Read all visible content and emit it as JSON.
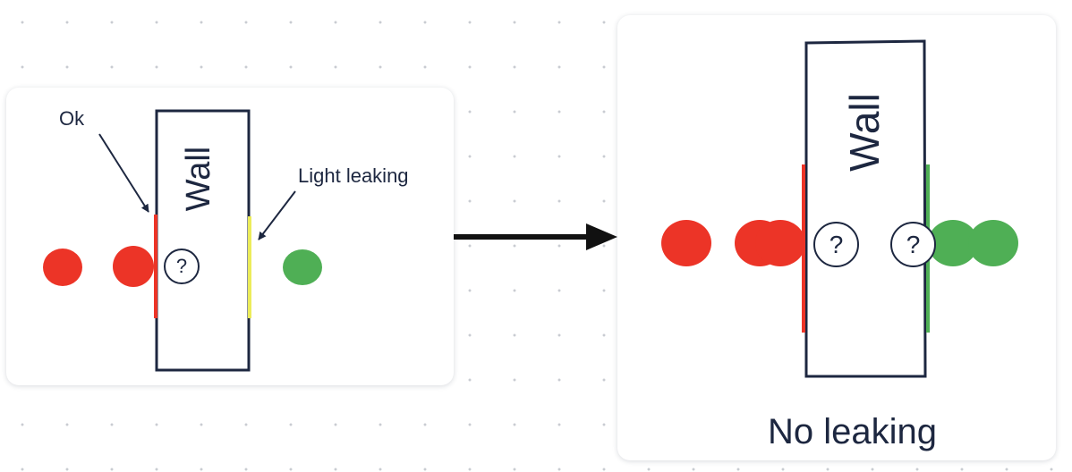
{
  "colors": {
    "red": "#ec3427",
    "green": "#4faf55",
    "yellow": "#ecec5a",
    "ink": "#1d2740",
    "arrow": "#111111"
  },
  "left_panel": {
    "wall_label": "Wall",
    "ok_label": "Ok",
    "leak_label": "Light leaking",
    "query_mark": "?"
  },
  "right_panel": {
    "wall_label": "Wall",
    "query_mark_red_side": "?",
    "query_mark_green_side": "?",
    "caption": "No leaking"
  },
  "icons": {
    "transition": "right-arrow-icon",
    "pointer": "pointer-arrow-icon",
    "unknown": "question-mark-icon"
  }
}
